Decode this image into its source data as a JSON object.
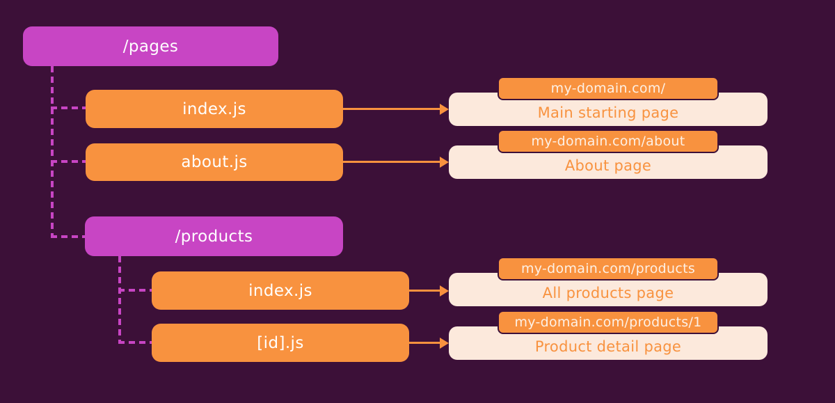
{
  "colors": {
    "background": "#3c1038",
    "folder_node": "#c845c4",
    "file_node": "#f8923f",
    "connector": "#c845c4",
    "arrow": "#f8923f",
    "result_card": "#fce9dc",
    "result_text": "#f8923f",
    "badge_background": "#f8923f",
    "badge_border": "#3c1038",
    "badge_text": "#fdf0e5",
    "node_text": "#ffffff"
  },
  "nodes": [
    {
      "label": "/pages",
      "kind": "folder"
    },
    {
      "label": "index.js",
      "kind": "file"
    },
    {
      "label": "about.js",
      "kind": "file"
    },
    {
      "label": "/products",
      "kind": "folder"
    },
    {
      "label": "index.js",
      "kind": "file"
    },
    {
      "label": "[id].js",
      "kind": "file"
    }
  ],
  "results": [
    {
      "url": "my-domain.com/",
      "label": "Main starting page"
    },
    {
      "url": "my-domain.com/about",
      "label": "About page"
    },
    {
      "url": "my-domain.com/products",
      "label": "All products page"
    },
    {
      "url": "my-domain.com/products/1",
      "label": "Product detail page"
    }
  ]
}
